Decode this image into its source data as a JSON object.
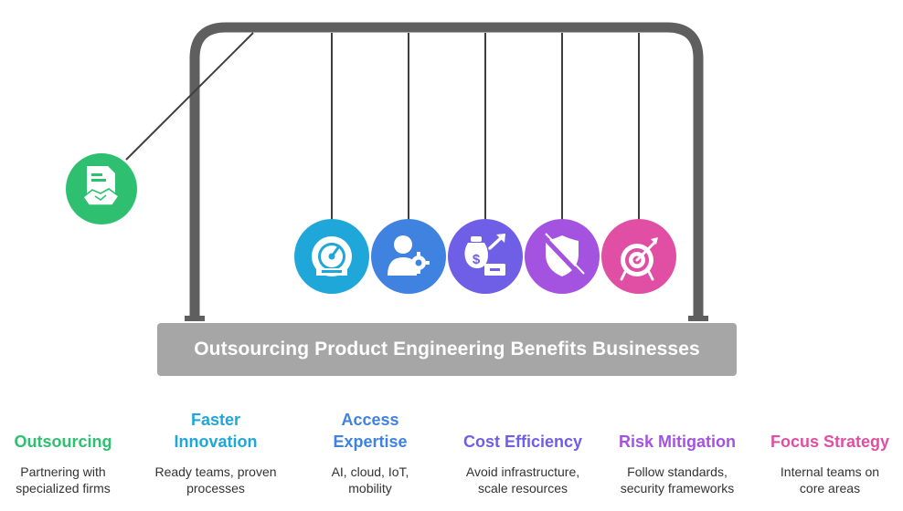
{
  "banner": {
    "title": "Outsourcing Product Engineering Benefits Businesses"
  },
  "colors": {
    "frame": "#5f5f5f",
    "string": "#3f3f3f",
    "banner": "#a6a6a6",
    "outsourcing": "#2fbf71",
    "faster_innovation": "#1fa7d9",
    "access_expertise": "#3f82e0",
    "cost_efficiency": "#6f5ee6",
    "risk_mitigation": "#a453e0",
    "focus_strategy": "#e04fa3"
  },
  "benefits": [
    {
      "key": "outsourcing",
      "title": "Outsourcing",
      "desc_line1": "Partnering with",
      "desc_line2": "specialized firms",
      "icon": "contract-handshake-icon",
      "color": "#2fbf71"
    },
    {
      "key": "faster_innovation",
      "title_line1": "Faster",
      "title_line2": "Innovation",
      "desc_line1": "Ready teams, proven",
      "desc_line2": "processes",
      "icon": "speedometer-icon",
      "color": "#1fa7d9"
    },
    {
      "key": "access_expertise",
      "title_line1": "Access",
      "title_line2": "Expertise",
      "desc_line1": "AI, cloud, IoT,",
      "desc_line2": "mobility",
      "icon": "expert-gear-icon",
      "color": "#3f82e0"
    },
    {
      "key": "cost_efficiency",
      "title": "Cost Efficiency",
      "desc_line1": "Avoid infrastructure,",
      "desc_line2": "scale resources",
      "icon": "money-growth-icon",
      "color": "#6f5ee6"
    },
    {
      "key": "risk_mitigation",
      "title": "Risk Mitigation",
      "desc_line1": "Follow standards,",
      "desc_line2": "security frameworks",
      "icon": "shield-off-icon",
      "color": "#a453e0"
    },
    {
      "key": "focus_strategy",
      "title": "Focus Strategy",
      "desc_line1": "Internal teams on",
      "desc_line2": "core areas",
      "icon": "target-arrow-icon",
      "color": "#e04fa3"
    }
  ]
}
